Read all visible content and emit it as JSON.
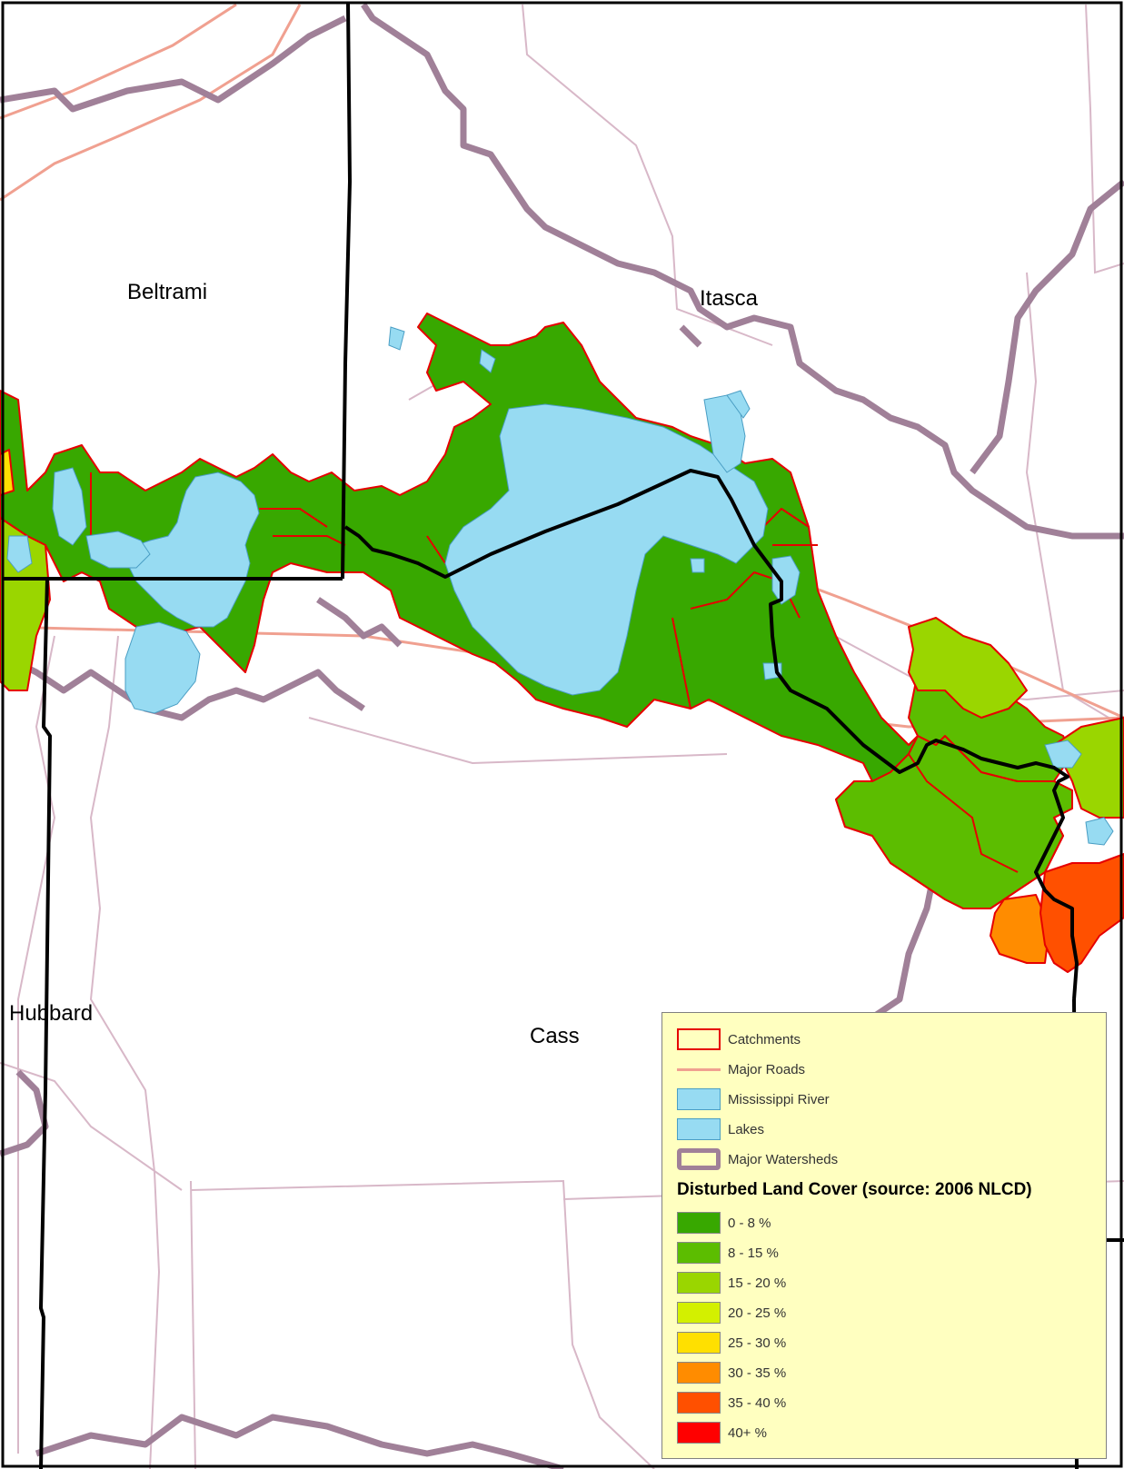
{
  "counties": {
    "beltrami": "Beltrami",
    "itasca": "Itasca",
    "hubbard": "Hubbard",
    "cass": "Cass"
  },
  "legend": {
    "items": [
      {
        "label": "Catchments",
        "kind": "catchment"
      },
      {
        "label": "Major Roads",
        "kind": "road"
      },
      {
        "label": "Mississippi River",
        "kind": "water"
      },
      {
        "label": "Lakes",
        "kind": "water"
      },
      {
        "label": "Major Watersheds",
        "kind": "watershed"
      }
    ],
    "title": "Disturbed Land Cover (source: 2006 NLCD)",
    "classes": [
      {
        "label": "0 - 8 %",
        "color": "#38a800"
      },
      {
        "label": "8 - 15 %",
        "color": "#5cbd00"
      },
      {
        "label": "15 - 20 %",
        "color": "#9ad600"
      },
      {
        "label": "20 - 25 %",
        "color": "#d3f000"
      },
      {
        "label": "25 - 30 %",
        "color": "#ffe000"
      },
      {
        "label": "30 - 35 %",
        "color": "#ff8c00"
      },
      {
        "label": "35 - 40 %",
        "color": "#ff5000"
      },
      {
        "label": "40+ %",
        "color": "#ff0000"
      }
    ]
  },
  "colors": {
    "water": "#97dbf2",
    "catchment_outline": "#e60000",
    "road": "#f0a090",
    "watershed": "#a08098",
    "county": "#000000",
    "minor_boundary": "#d8b8c8",
    "legend_bg": "#ffffc0"
  }
}
